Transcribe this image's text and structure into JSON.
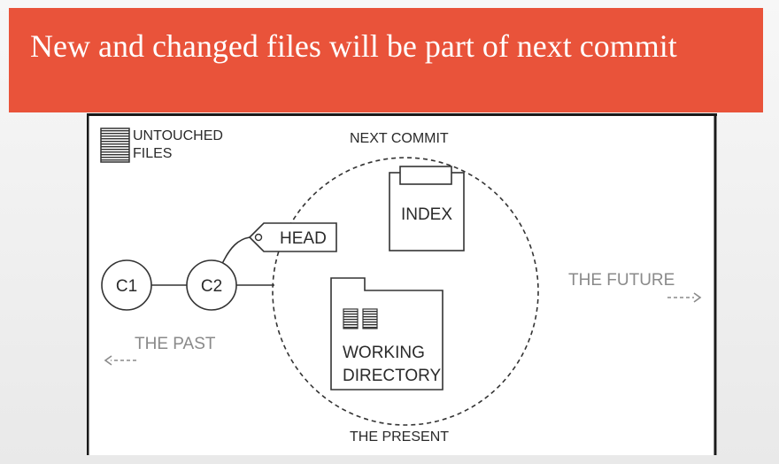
{
  "slide": {
    "title": "New and changed files will be part of next commit",
    "banner_color": "#e9533a"
  },
  "diagram": {
    "legend": {
      "icon": "file-lines-icon",
      "line1": "UNTOUCHED",
      "line2": "FILES"
    },
    "next_commit_label": "NEXT COMMIT",
    "present_label": "THE PRESENT",
    "past_label": "THE PAST",
    "future_label": "THE FUTURE",
    "head_label": "HEAD",
    "index_label": "INDEX",
    "working_directory": {
      "line1": "WORKING",
      "line2": "DIRECTORY"
    },
    "commits": [
      {
        "label": "C1"
      },
      {
        "label": "C2"
      }
    ]
  }
}
